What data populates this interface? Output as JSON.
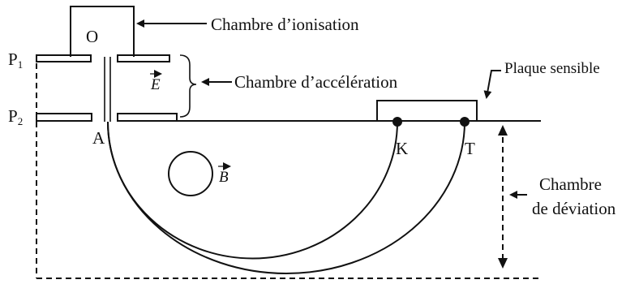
{
  "labels": {
    "ionisation": "Chambre d’ionisation",
    "acceleration": "Chambre d’accélération",
    "plaque": "Plaque sensible",
    "deviation_line1": "Chambre",
    "deviation_line2": "de déviation",
    "point_o": "O",
    "point_a": "A",
    "point_k": "K",
    "point_t": "T",
    "plate_p1": "P",
    "plate_p1_sub": "1",
    "plate_p2": "P",
    "plate_p2_sub": "2",
    "field_e": "E",
    "field_b": "B"
  }
}
